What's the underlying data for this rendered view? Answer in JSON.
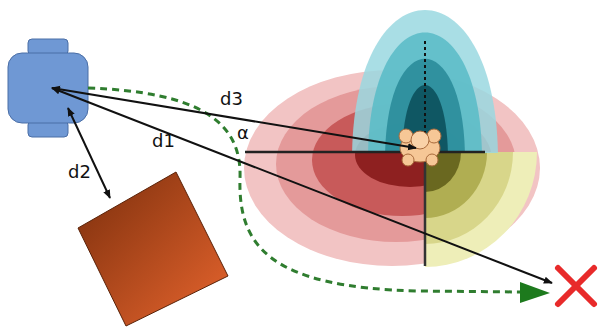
{
  "diagram": {
    "labels": [
      "d3",
      "α",
      "d1",
      "d2"
    ]
  }
}
